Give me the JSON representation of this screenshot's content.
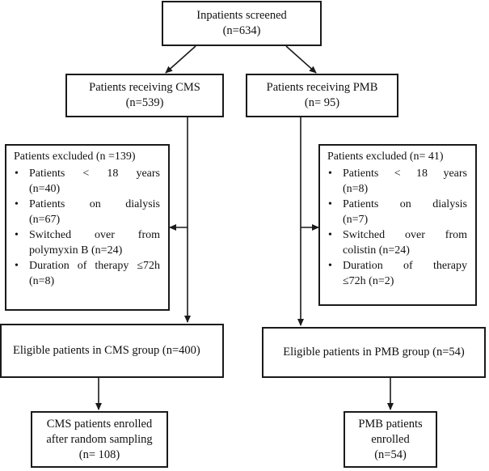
{
  "screened": {
    "title": "Inpatients screened",
    "count": "(n=634)"
  },
  "cms": {
    "receiving": {
      "title": "Patients receiving CMS",
      "count": "(n=539)"
    },
    "excluded": {
      "heading": "Patients excluded (n =139)",
      "items": [
        {
          "lines": [
            "Patients < 18 years",
            "(n=40)"
          ]
        },
        {
          "lines": [
            "Patients on dialysis",
            "(n=67)"
          ]
        },
        {
          "lines": [
            "Switched over from",
            "polymyxin B (n=24)"
          ]
        },
        {
          "lines": [
            "Duration of therapy ≤72h",
            "(n=8)"
          ]
        }
      ]
    },
    "eligible": "Eligible patients in CMS group (n=400)",
    "enrolled": {
      "line1": "CMS patients enrolled",
      "line2": "after random sampling",
      "count": "(n= 108)"
    }
  },
  "pmb": {
    "receiving": {
      "title": "Patients receiving PMB",
      "count": "(n= 95)"
    },
    "excluded": {
      "heading": "Patients excluded (n= 41)",
      "items": [
        {
          "lines": [
            "Patients < 18 years",
            "(n=8)"
          ]
        },
        {
          "lines": [
            "Patients on dialysis",
            "(n=7)"
          ]
        },
        {
          "lines": [
            "Switched over from",
            "colistin (n=24)"
          ]
        },
        {
          "lines": [
            "Duration of therapy",
            "≤72h (n=2)"
          ]
        }
      ]
    },
    "eligible": "Eligible patients in PMB group (n=54)",
    "enrolled": {
      "line1": "PMB patients",
      "line2": "enrolled",
      "count": "(n=54)"
    }
  },
  "bullet_glyph": "•"
}
